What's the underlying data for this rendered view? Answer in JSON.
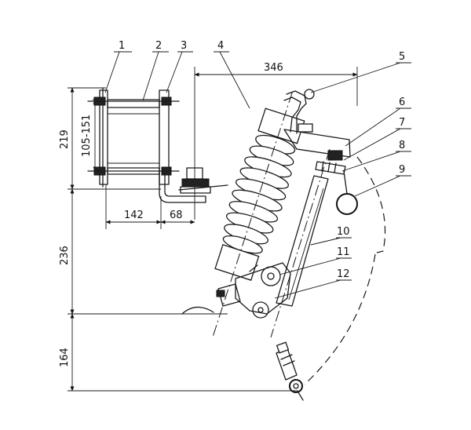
{
  "dimensions": {
    "top_width": "346",
    "total_height": "219",
    "bolt_spacing": "105-151",
    "base_width": "142",
    "offset": "68",
    "mid_height": "236",
    "drop_height": "164"
  },
  "callouts": [
    "1",
    "2",
    "3",
    "4",
    "5",
    "6",
    "7",
    "8",
    "9",
    "10",
    "11",
    "12"
  ]
}
